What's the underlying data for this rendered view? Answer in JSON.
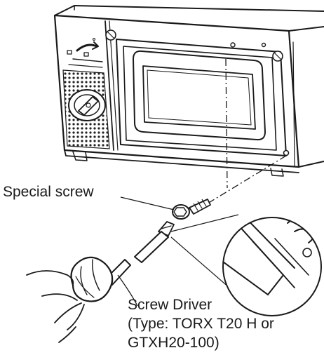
{
  "labels": {
    "special_screw": "Special screw",
    "screw_driver": "Screw Driver",
    "driver_type_line1": "(Type: TORX T20 H or",
    "driver_type_line2": "GTXH20-100)"
  }
}
